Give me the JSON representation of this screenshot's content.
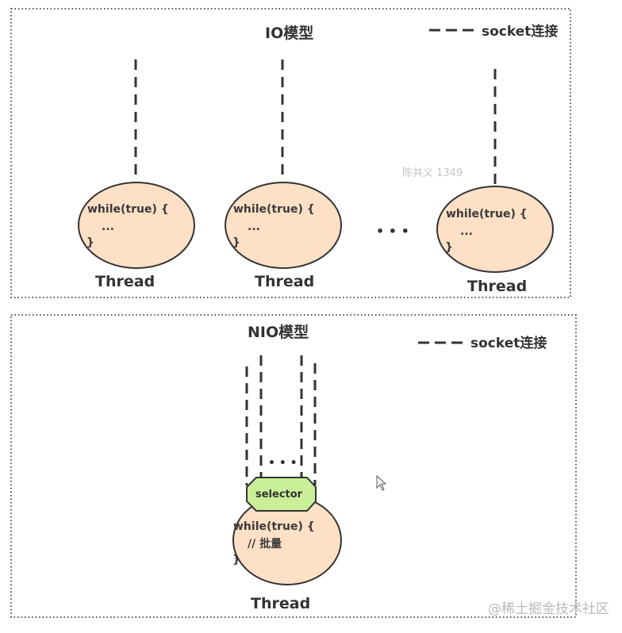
{
  "io_model": {
    "title": "IO模型",
    "legend_label": "socket连接",
    "threads": [
      {
        "code_line1": "while(true) {",
        "code_line2": "...",
        "code_line3": "}",
        "label": "Thread"
      },
      {
        "code_line1": "while(true) {",
        "code_line2": "...",
        "code_line3": "}",
        "label": "Thread"
      },
      {
        "code_line1": "while(true) {",
        "code_line2": "...",
        "code_line3": "}",
        "label": "Thread"
      }
    ],
    "ellipsis": "• • •"
  },
  "nio_model": {
    "title": "NIO模型",
    "legend_label": "socket连接",
    "selector_label": "selector",
    "ellipsis": "• • •",
    "thread": {
      "code_line1": "while(true) {",
      "code_line2": "// 批量",
      "code_line3": "}",
      "label": "Thread"
    }
  },
  "watermark": "陈共义 1349",
  "footer": "@稀土掘金技术社区",
  "colors": {
    "thread_fill": "#fde0c6",
    "selector_fill": "#c9ef99",
    "stroke": "#333333",
    "border": "#555555"
  }
}
